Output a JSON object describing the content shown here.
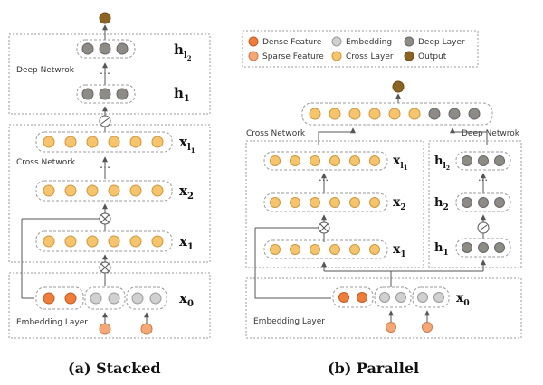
{
  "colors": {
    "dense": "#ee7d3b",
    "sparse": "#f4a878",
    "embedding": "#d0d0d0",
    "cross": "#f7c46e",
    "deep": "#8e8a86",
    "output": "#8b6424",
    "box_border": "#9a9a9a",
    "line": "#555555"
  },
  "legend": {
    "dense": "Dense Feature",
    "sparse": "Sparse Feature",
    "embedding": "Embedding",
    "cross": "Cross Layer",
    "deep": "Deep Layer",
    "output": "Output"
  },
  "stacked": {
    "caption": "(a) Stacked",
    "deep_label": "Deep Netwrok",
    "cross_label": "Cross Network",
    "embedding_label": "Embedding Layer",
    "h_l2": "h",
    "h_l2_sub": "l",
    "h_l2_subsub": "2",
    "h_1": "h",
    "h_1_sub": "1",
    "x_l1": "x",
    "x_l1_sub": "l",
    "x_l1_subsub": "1",
    "x_2": "x",
    "x_2_sub": "2",
    "x_1": "x",
    "x_1_sub": "1",
    "x_0": "x",
    "x_0_sub": "0",
    "dots": "…"
  },
  "parallel": {
    "caption": "(b) Parallel",
    "cross_label": "Cross Network",
    "deep_label": "Deep Netwrok",
    "embedding_label": "Embedding Layer",
    "x_l1": "x",
    "x_l1_sub": "l",
    "x_l1_subsub": "1",
    "x_2": "x",
    "x_2_sub": "2",
    "x_1": "x",
    "x_1_sub": "1",
    "x_0": "x",
    "x_0_sub": "0",
    "h_l2": "h",
    "h_l2_sub": "l",
    "h_l2_subsub": "2",
    "h_2": "h",
    "h_2_sub": "2",
    "h_1": "h",
    "h_1_sub": "1",
    "dots": "…"
  }
}
